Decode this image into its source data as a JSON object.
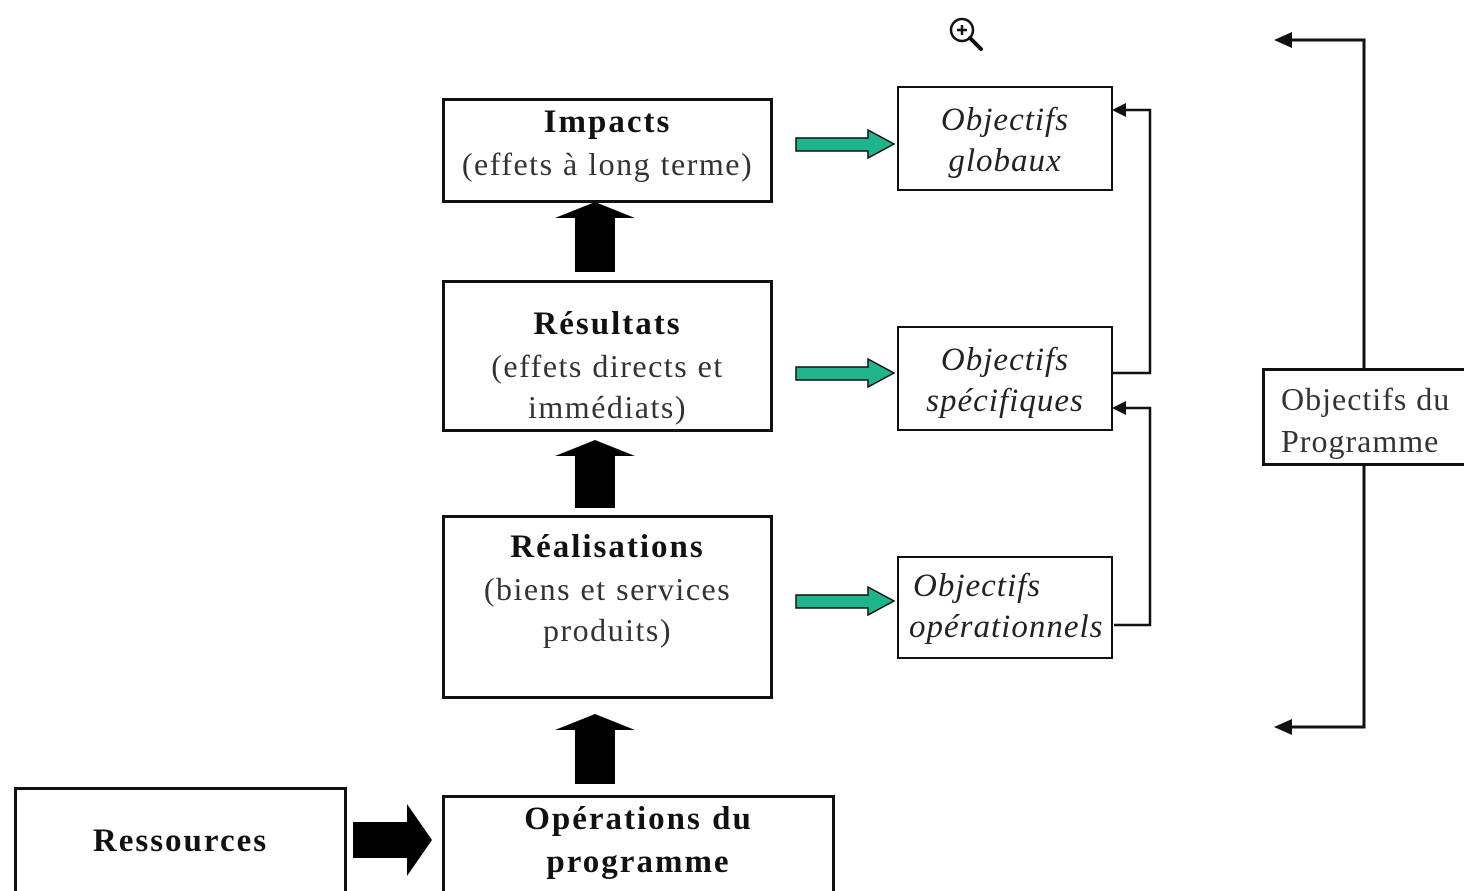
{
  "diagram": {
    "chain": {
      "impacts": {
        "title": "Impacts",
        "subtitle": "(effets à long terme)"
      },
      "resultats": {
        "title": "Résultats",
        "subtitle_line1": "(effets directs et",
        "subtitle_line2": "immédiats)"
      },
      "realisations": {
        "title": "Réalisations",
        "subtitle_line1": "(biens et services",
        "subtitle_line2": "produits)"
      },
      "operations": {
        "title_line1": "Opérations du",
        "title_line2": "programme"
      },
      "ressources": {
        "title": "Ressources"
      }
    },
    "objectives": {
      "globaux": {
        "line1": "Objectifs",
        "line2": "globaux"
      },
      "specifiques": {
        "line1": "Objectifs",
        "line2": "spécifiques"
      },
      "operationnels": {
        "line1": "Objectifs",
        "line2": "opérationnels"
      }
    },
    "programme": {
      "line1": "Objectifs du",
      "line2": "Programme"
    },
    "icons": {
      "zoom": "zoom-in-icon"
    },
    "colors": {
      "green_arrow": "#1fb58c",
      "black_arrow": "#000000"
    }
  }
}
